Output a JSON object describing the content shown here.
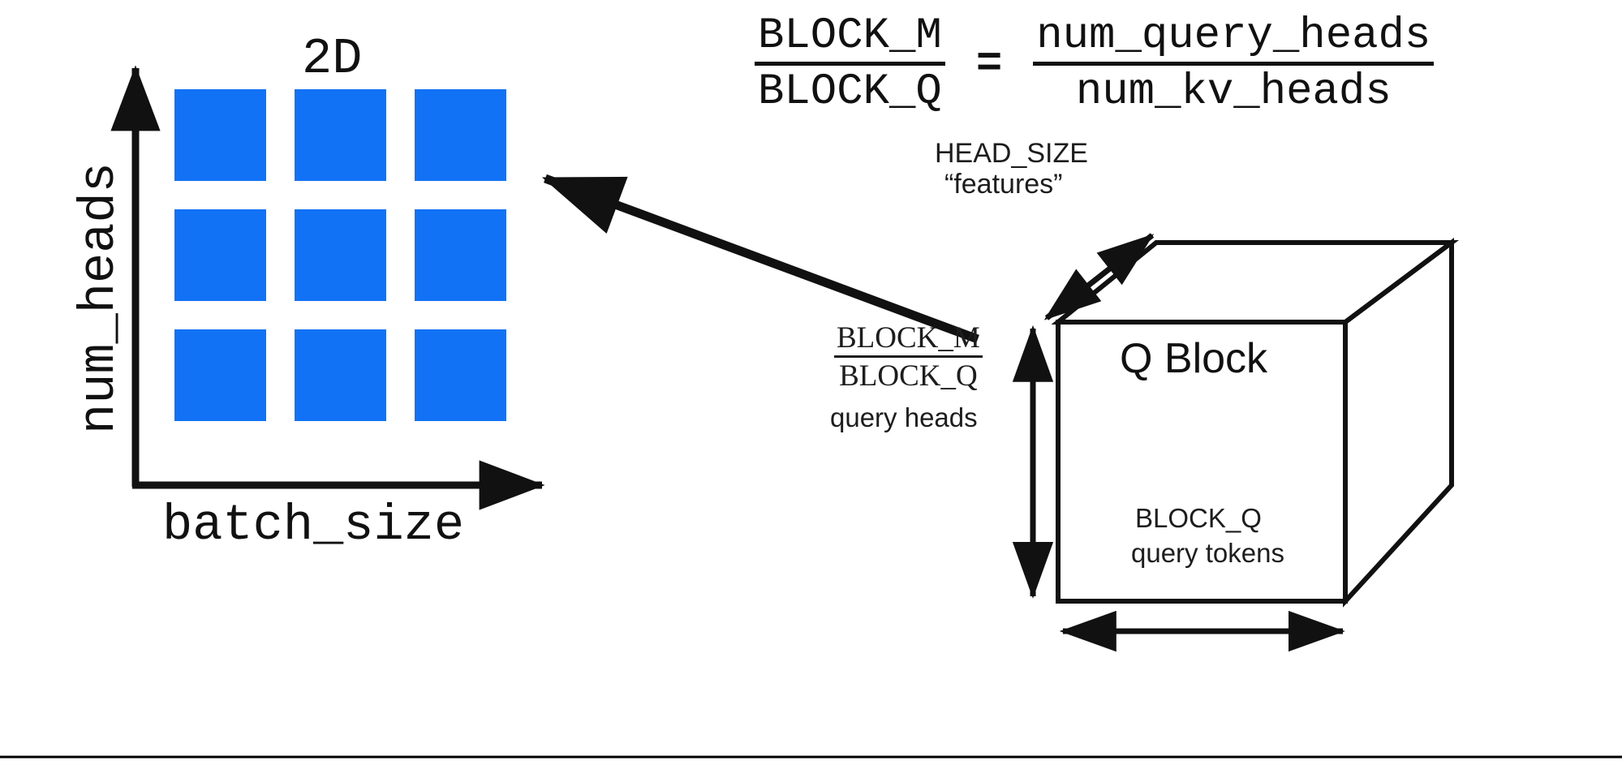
{
  "diagram": {
    "title_left": "2D",
    "axes": {
      "y_label": "num_heads",
      "x_label": "batch_size"
    },
    "grid": {
      "rows": 3,
      "cols": 3,
      "cell_color": "#1272F5",
      "cell_count": 9
    },
    "equation": {
      "left_numerator": "BLOCK_M",
      "left_denominator": "BLOCK_Q",
      "operator": "=",
      "right_numerator": "num_query_heads",
      "right_denominator": "num_kv_heads"
    },
    "cube": {
      "face_label": "Q Block",
      "depth_label_primary": "HEAD_SIZE",
      "depth_label_secondary": "“features”",
      "height_numerator": "BLOCK_M",
      "height_denominator": "BLOCK_Q",
      "height_caption": "query heads",
      "width_label": "BLOCK_Q",
      "width_caption": "query tokens"
    },
    "colors": {
      "ink": "#111111",
      "ink_soft": "#1d1d1d",
      "accent_blue": "#1272F5",
      "background": "#ffffff",
      "rule": "#000000"
    }
  }
}
